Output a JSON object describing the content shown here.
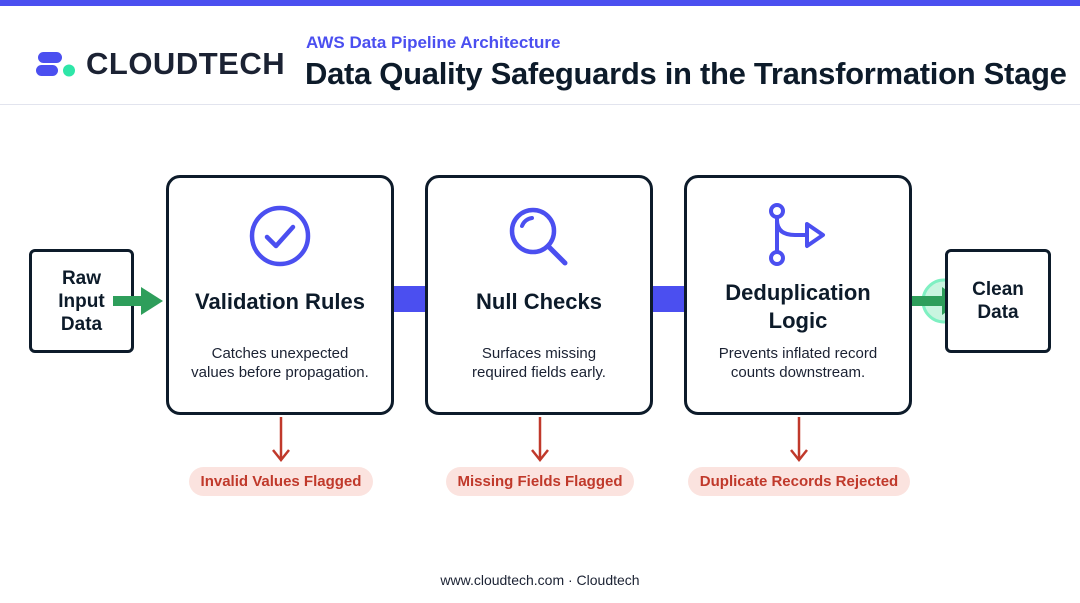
{
  "brand": {
    "name": "CLOUDTECH"
  },
  "header": {
    "subtitle": "AWS Data Pipeline Architecture",
    "title": "Data Quality Safeguards in the Transformation Stage"
  },
  "input": {
    "lines": [
      "Raw",
      "Input",
      "Data"
    ]
  },
  "output": {
    "lines": [
      "Clean",
      "Data"
    ]
  },
  "stages": [
    {
      "icon": "checkmark-circle-icon",
      "title": "Validation Rules",
      "desc_lines": [
        "Catches unexpected",
        "values before propagation."
      ],
      "flag": "Invalid Values Flagged"
    },
    {
      "icon": "magnifier-icon",
      "title": "Null Checks",
      "desc_lines": [
        "Surfaces missing",
        "required fields early."
      ],
      "flag": "Missing Fields Flagged"
    },
    {
      "icon": "branch-merge-icon",
      "title_lines": [
        "Deduplication",
        "Logic"
      ],
      "desc_lines": [
        "Prevents inflated record",
        "counts downstream."
      ],
      "flag": "Duplicate Records Rejected"
    }
  ],
  "footer": "www.cloudtech.com · Cloudtech",
  "colors": {
    "accent": "#4b4ff0",
    "logo_accent": "#2ee6a8",
    "flow_arrow": "#2e9e5b",
    "reject": "#c0392b",
    "reject_bg": "#fbe3df",
    "ink": "#0d1b2a"
  }
}
